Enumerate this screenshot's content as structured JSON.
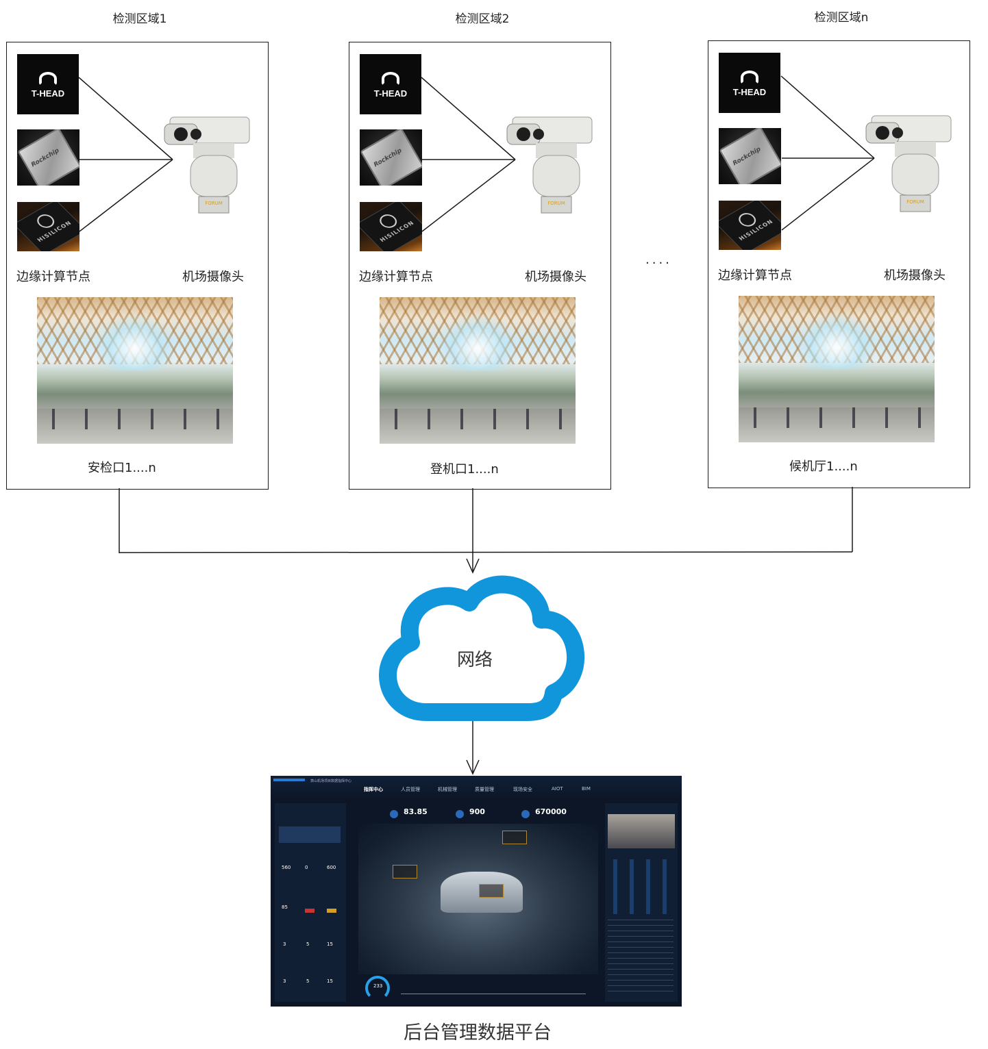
{
  "regions": [
    {
      "title": "检测区域1",
      "edge_label": "边缘计算节点",
      "camera_label": "机场摄像头",
      "area_label": "安检口1....n"
    },
    {
      "title": "检测区域2",
      "edge_label": "边缘计算节点",
      "camera_label": "机场摄像头",
      "area_label": "登机口1....n"
    },
    {
      "title": "检测区域n",
      "edge_label": "边缘计算节点",
      "camera_label": "机场摄像头",
      "area_label": "候机厅1....n"
    }
  ],
  "chips": {
    "thead": "T-HEAD",
    "rockchip": "Rockchip",
    "hisilicon": "HISILICON"
  },
  "camera_brand": "FORUM",
  "ellipsis": "....",
  "network_label": "网络",
  "platform_label": "后台管理数据平台",
  "dashboard": {
    "title": "萧山机场项目数据指挥中心",
    "tabs": [
      "指挥中心",
      "人员管理",
      "机械管理",
      "质量管理",
      "现场安全",
      "AIOT",
      "BIM"
    ],
    "kpis": [
      "83.85",
      "900",
      "670000"
    ],
    "left_stats": [
      "560",
      "0",
      "600",
      "85",
      "3",
      "5",
      "15",
      "3",
      "5",
      "15"
    ],
    "gauge_value": "233",
    "colors": {
      "accent": "#2aa0e8",
      "cloud": "#1296db"
    }
  }
}
